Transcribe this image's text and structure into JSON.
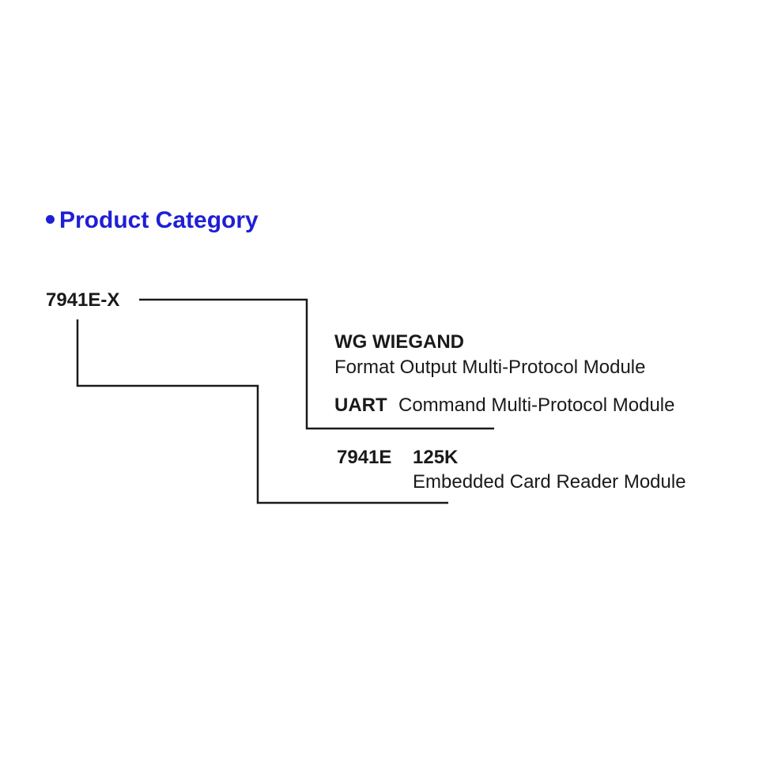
{
  "heading": {
    "bullet": "•",
    "title": "Product Category"
  },
  "root_code": "7941E-X",
  "protocol": {
    "wg_label": "WG WIEGAND",
    "wg_desc": "Format Output Multi-Protocol Module",
    "uart_label": "UART",
    "uart_desc": "Command Multi-Protocol Module"
  },
  "frequency": {
    "model": "7941E",
    "freq": "125K",
    "desc": "Embedded Card Reader Module"
  },
  "colors": {
    "heading": "#1f1fd6",
    "lines": "#1a1a1a",
    "text": "#1a1a1a"
  }
}
